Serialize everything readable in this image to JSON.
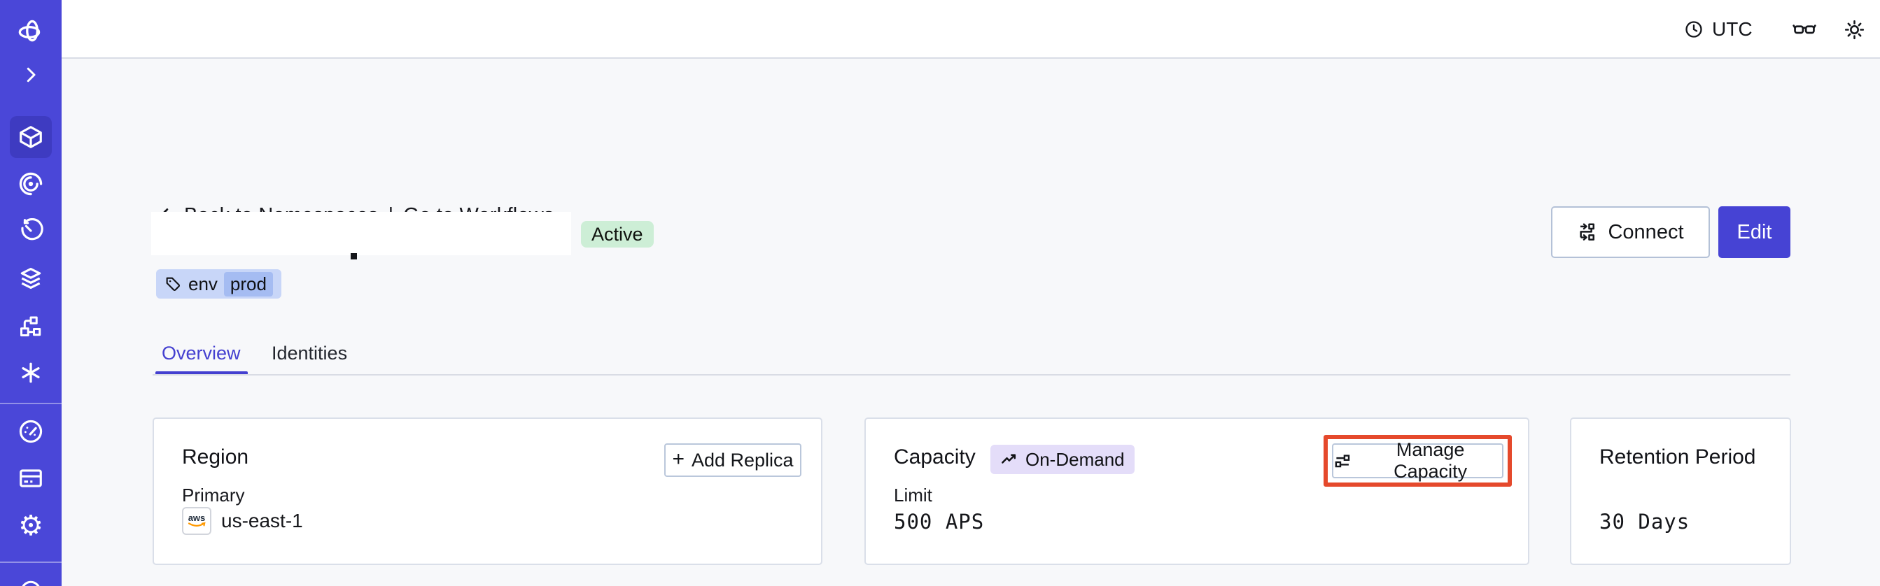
{
  "topbar": {
    "timezone": "UTC"
  },
  "breadcrumb": {
    "back": "Back to Namespaces",
    "separator": "|",
    "forward": "Go to Workflows"
  },
  "namespace_header": {
    "status": "Active",
    "tag_key": "env",
    "tag_value": "prod"
  },
  "actions": {
    "connect": "Connect",
    "edit": "Edit"
  },
  "tabs": {
    "overview": "Overview",
    "identities": "Identities"
  },
  "cards": {
    "region": {
      "title": "Region",
      "plus": "+",
      "add_replica": "Add Replica",
      "label": "Primary",
      "provider": "aws",
      "value": "us-east-1"
    },
    "capacity": {
      "title": "Capacity",
      "badge": "On-Demand",
      "manage": "Manage Capacity",
      "label": "Limit",
      "value": "500 APS"
    },
    "retention": {
      "title": "Retention Period",
      "value": "30 Days"
    }
  },
  "sidebar": {
    "items": [
      "temporal-logo",
      "expand-chevron",
      "namespaces-cube-active",
      "workflows-spiral",
      "schedules-clock",
      "deployments-layers",
      "batch-branch",
      "nexus-asterisk",
      "usage-gauge",
      "billing-card",
      "settings-gear",
      "help-circle-partial"
    ]
  },
  "colors": {
    "sidebar": "#4a47d8",
    "accent": "#4643d4",
    "status_active_bg": "#cdeed6",
    "tag_bg": "#c8d6f8",
    "tag_chip_bg": "#a5bcf2",
    "ondemand_bg": "#e4ddf9",
    "highlight_border": "#e5492c",
    "aws_orange": "#ff9900"
  }
}
